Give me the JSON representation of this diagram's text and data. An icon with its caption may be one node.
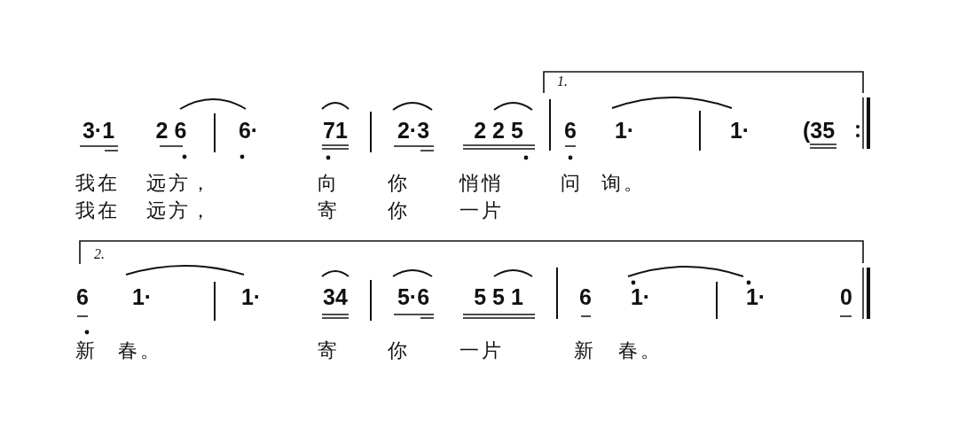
{
  "diagram": {
    "labels": [
      "3·1",
      "2 6",
      "6·",
      "71",
      "2·3",
      "2 2 5",
      "1.",
      "6",
      "1·",
      "1·",
      "(35",
      "我在",
      "远方，",
      "向",
      "你",
      "悄悄",
      "问",
      "询。",
      "我在",
      "远方，",
      "寄",
      "你",
      "一片",
      "2.",
      "6",
      "1·",
      "1·",
      "34",
      "5·6",
      "5 5 1",
      "6",
      "1·",
      "1·",
      "0",
      "新",
      "春。",
      "寄",
      "你",
      "一片",
      "新",
      "春。"
    ]
  }
}
